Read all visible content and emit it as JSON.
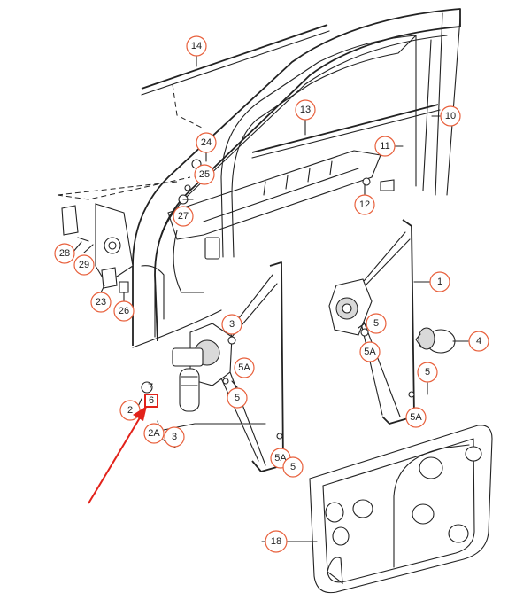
{
  "diagram": {
    "colors": {
      "callout_ring": "#e8603c",
      "line": "#222222",
      "highlight": "#e2221a"
    },
    "callouts": [
      "14",
      "13",
      "10",
      "11",
      "24",
      "25",
      "27",
      "12",
      "28",
      "29",
      "23",
      "26",
      "1",
      "5",
      "3",
      "5A",
      "4",
      "7",
      "6",
      "2",
      "2A",
      "18"
    ],
    "highlight": {
      "label": "6",
      "kind": "red-box-with-arrow"
    }
  }
}
